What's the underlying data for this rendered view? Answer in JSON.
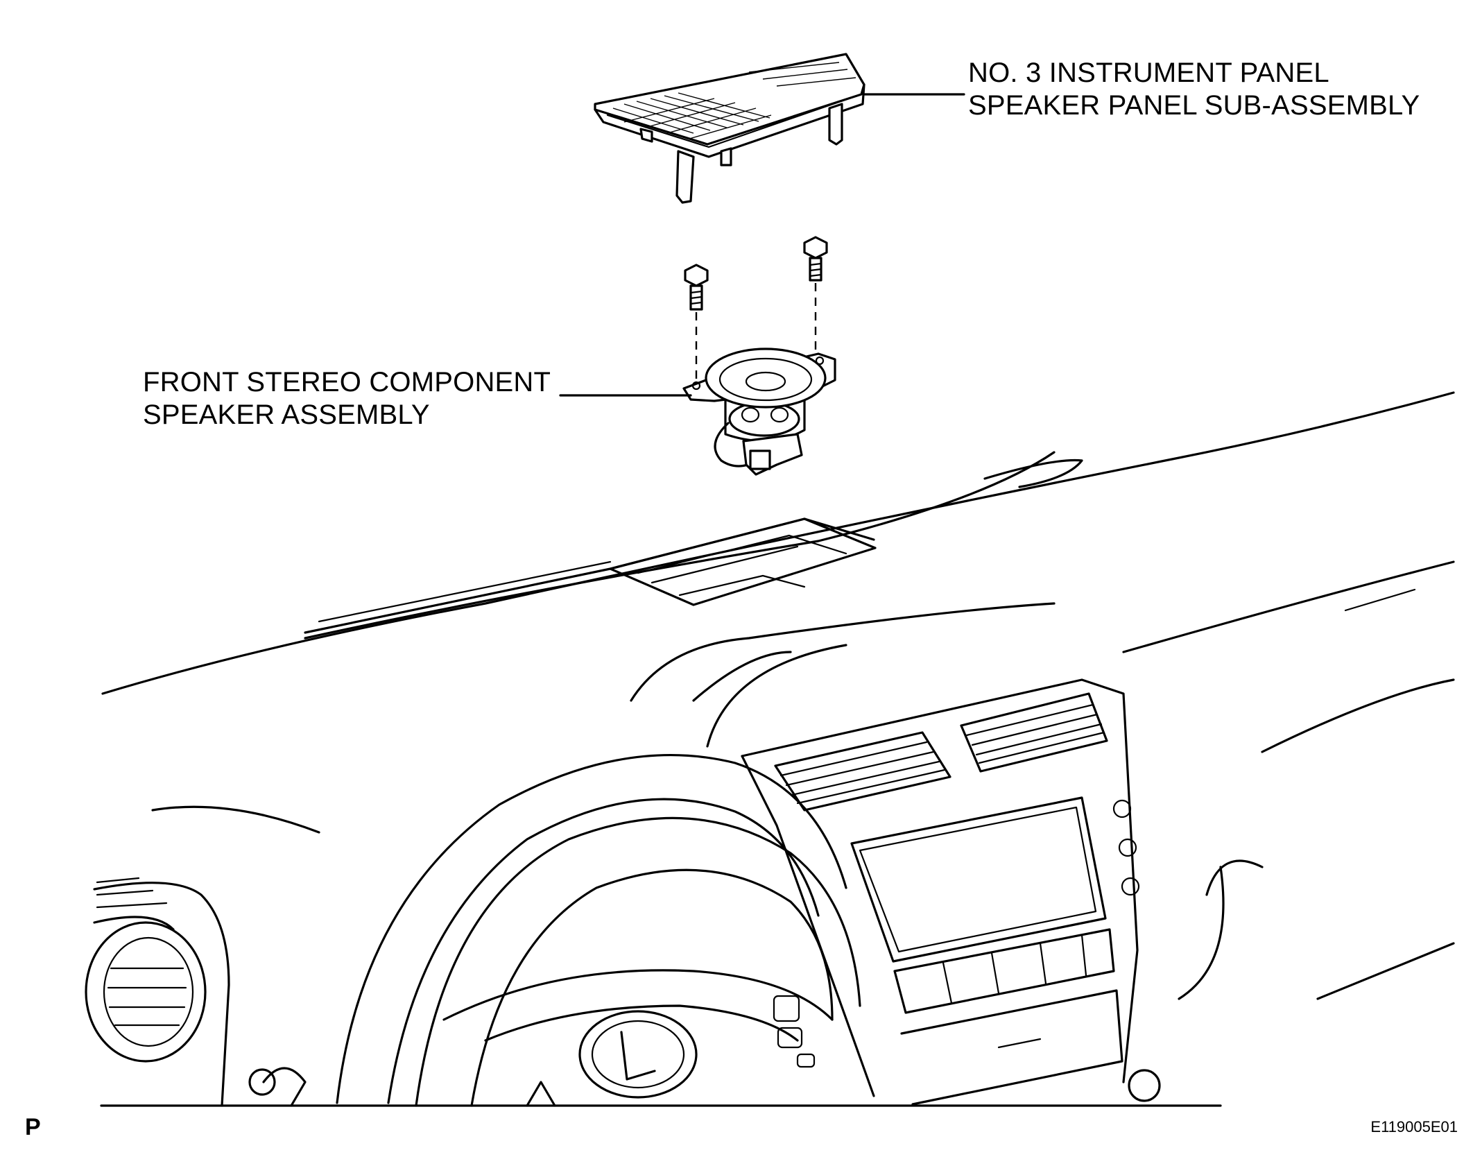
{
  "labels": {
    "speaker_panel": {
      "line1": "NO. 3 INSTRUMENT PANEL",
      "line2": "SPEAKER PANEL SUB-ASSEMBLY"
    },
    "front_speaker": {
      "line1": "FRONT STEREO COMPONENT",
      "line2": "SPEAKER ASSEMBLY"
    }
  },
  "page_code": "P",
  "figure_id": "E119005E01"
}
